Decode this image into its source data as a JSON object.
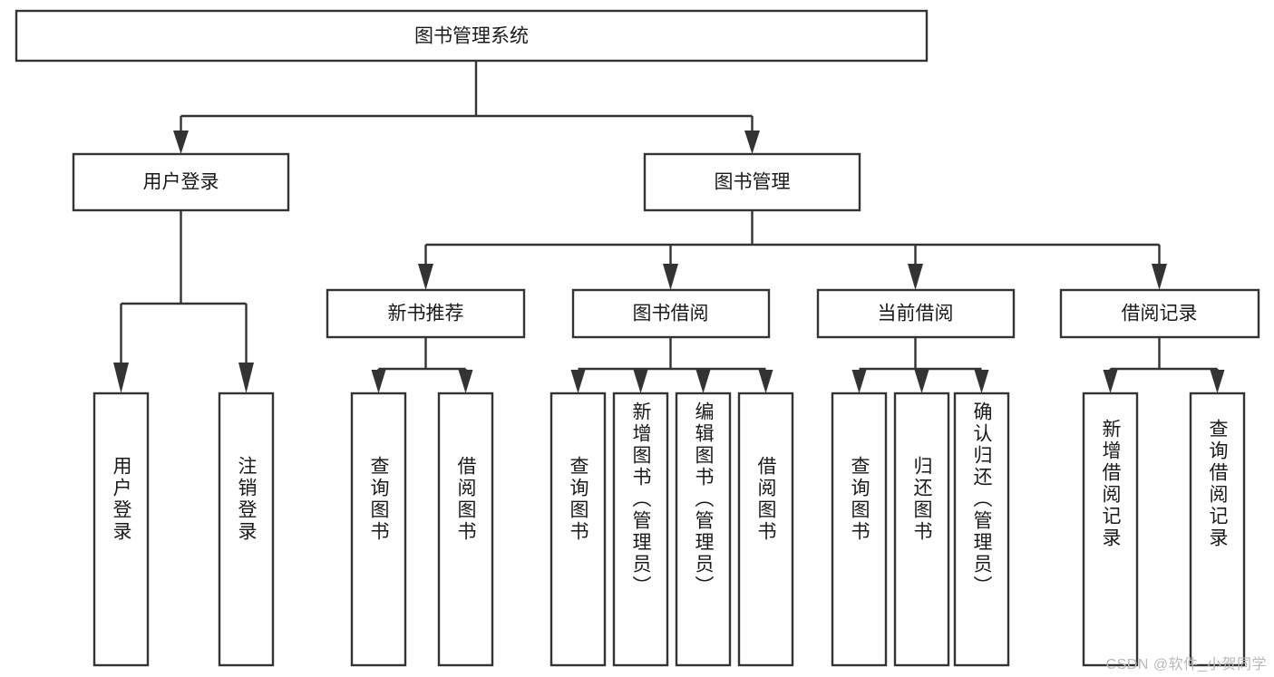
{
  "diagram": {
    "type": "tree-hierarchy-chart",
    "title": "图书管理系统",
    "watermark": "CSDN @软件_小贺同学",
    "colors": {
      "box_fill": "#ffffff",
      "box_stroke": "#333333",
      "text": "#1a1a1a",
      "background": "#ffffff",
      "watermark": "#b9b9b9"
    },
    "root": {
      "label": "图书管理系统"
    },
    "level2": [
      {
        "label": "用户登录"
      },
      {
        "label": "图书管理"
      }
    ],
    "level3": [
      {
        "label": "新书推荐"
      },
      {
        "label": "图书借阅"
      },
      {
        "label": "当前借阅"
      },
      {
        "label": "借阅记录"
      }
    ],
    "leaves": {
      "user_login": [
        {
          "label": "用户登录"
        },
        {
          "label": "注销登录"
        }
      ],
      "new_book_recommend": [
        {
          "label": "查询图书"
        },
        {
          "label": "借阅图书"
        }
      ],
      "book_borrow": [
        {
          "label": "查询图书"
        },
        {
          "label": "新增图书（管理员）"
        },
        {
          "label": "编辑图书（管理员）"
        },
        {
          "label": "借阅图书"
        }
      ],
      "current_borrow": [
        {
          "label": "查询图书"
        },
        {
          "label": "归还图书"
        },
        {
          "label": "确认归还（管理员）"
        }
      ],
      "borrow_record": [
        {
          "label": "新增借阅记录"
        },
        {
          "label": "查询借阅记录"
        }
      ]
    }
  }
}
